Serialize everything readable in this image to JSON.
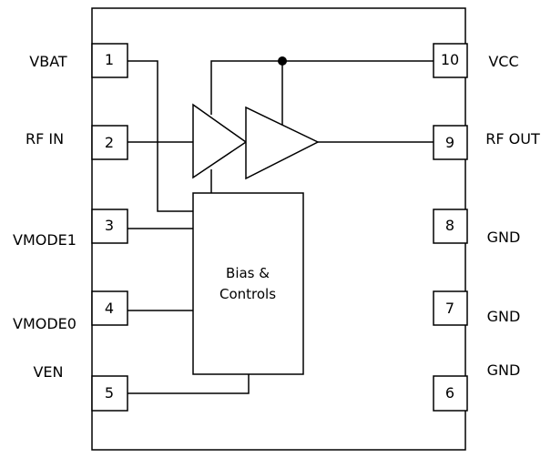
{
  "diagram": {
    "pins_left": [
      {
        "number": "1",
        "name": "VBAT"
      },
      {
        "number": "2",
        "name": "RF IN"
      },
      {
        "number": "3",
        "name": "VMODE1"
      },
      {
        "number": "4",
        "name": "VMODE0"
      },
      {
        "number": "5",
        "name": "VEN"
      }
    ],
    "pins_right": [
      {
        "number": "10",
        "name": "VCC"
      },
      {
        "number": "9",
        "name": "RF OUT"
      },
      {
        "number": "8",
        "name": "GND"
      },
      {
        "number": "7",
        "name": "GND"
      },
      {
        "number": "6",
        "name": "GND"
      }
    ],
    "bias_block": {
      "line1": "Bias &",
      "line2": "Controls"
    }
  }
}
